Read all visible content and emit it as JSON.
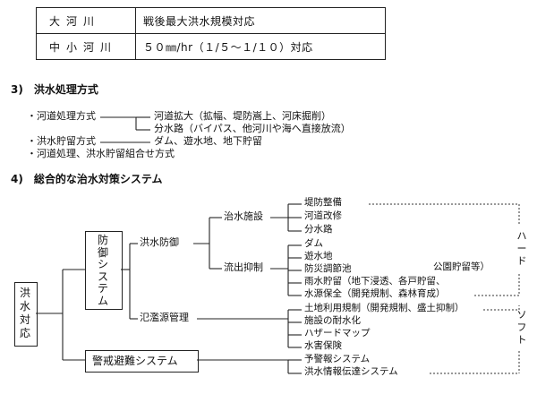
{
  "table": {
    "rows": [
      {
        "category": "大河川",
        "value": "戦後最大洪水規模対応"
      },
      {
        "category": "中小河川",
        "value": "５０㎜/hr（１/５～１/１０）対応"
      }
    ]
  },
  "section3": {
    "title": "3)　洪水処理方式",
    "items": {
      "river_treatment": "・河道処理方式",
      "river_widening": "河道拡大（拡幅、堤防嵩上、河床掘削）",
      "diversion": "分水路（バイパス、他河川や海へ直接放流）",
      "storage": "・洪水貯留方式",
      "storage_detail": "ダム、遊水地、地下貯留",
      "combined": "・河道処理、洪水貯留組合せ方式"
    }
  },
  "section4": {
    "title": "4)　総合的な治水対策システム",
    "root": "洪水対応",
    "defense_system": "防御システム",
    "warning_system": "警戒避難システム",
    "flood_defense": "洪水防御",
    "inundation_mgmt": "氾濫源管理",
    "flood_control_facilities": "治水施設",
    "runoff_control": "流出抑制",
    "facility_items": [
      "堤防整備",
      "河道改修",
      "分水路"
    ],
    "runoff_items": [
      "ダム",
      "遊水地",
      "防災調節池",
      "雨水貯留（地下浸透、各戸貯留、",
      "水源保全（開発規制、森林育成）"
    ],
    "park_storage": "公園貯留等）",
    "inundation_items": [
      "土地利用規制（開発規制、盛土抑制）",
      "施設の耐水化",
      "ハザードマップ",
      "水害保険"
    ],
    "warning_items": [
      "予警報システム",
      "洪水情報伝達システム"
    ],
    "hard_label": "ハード",
    "soft_label": "ソフト"
  }
}
